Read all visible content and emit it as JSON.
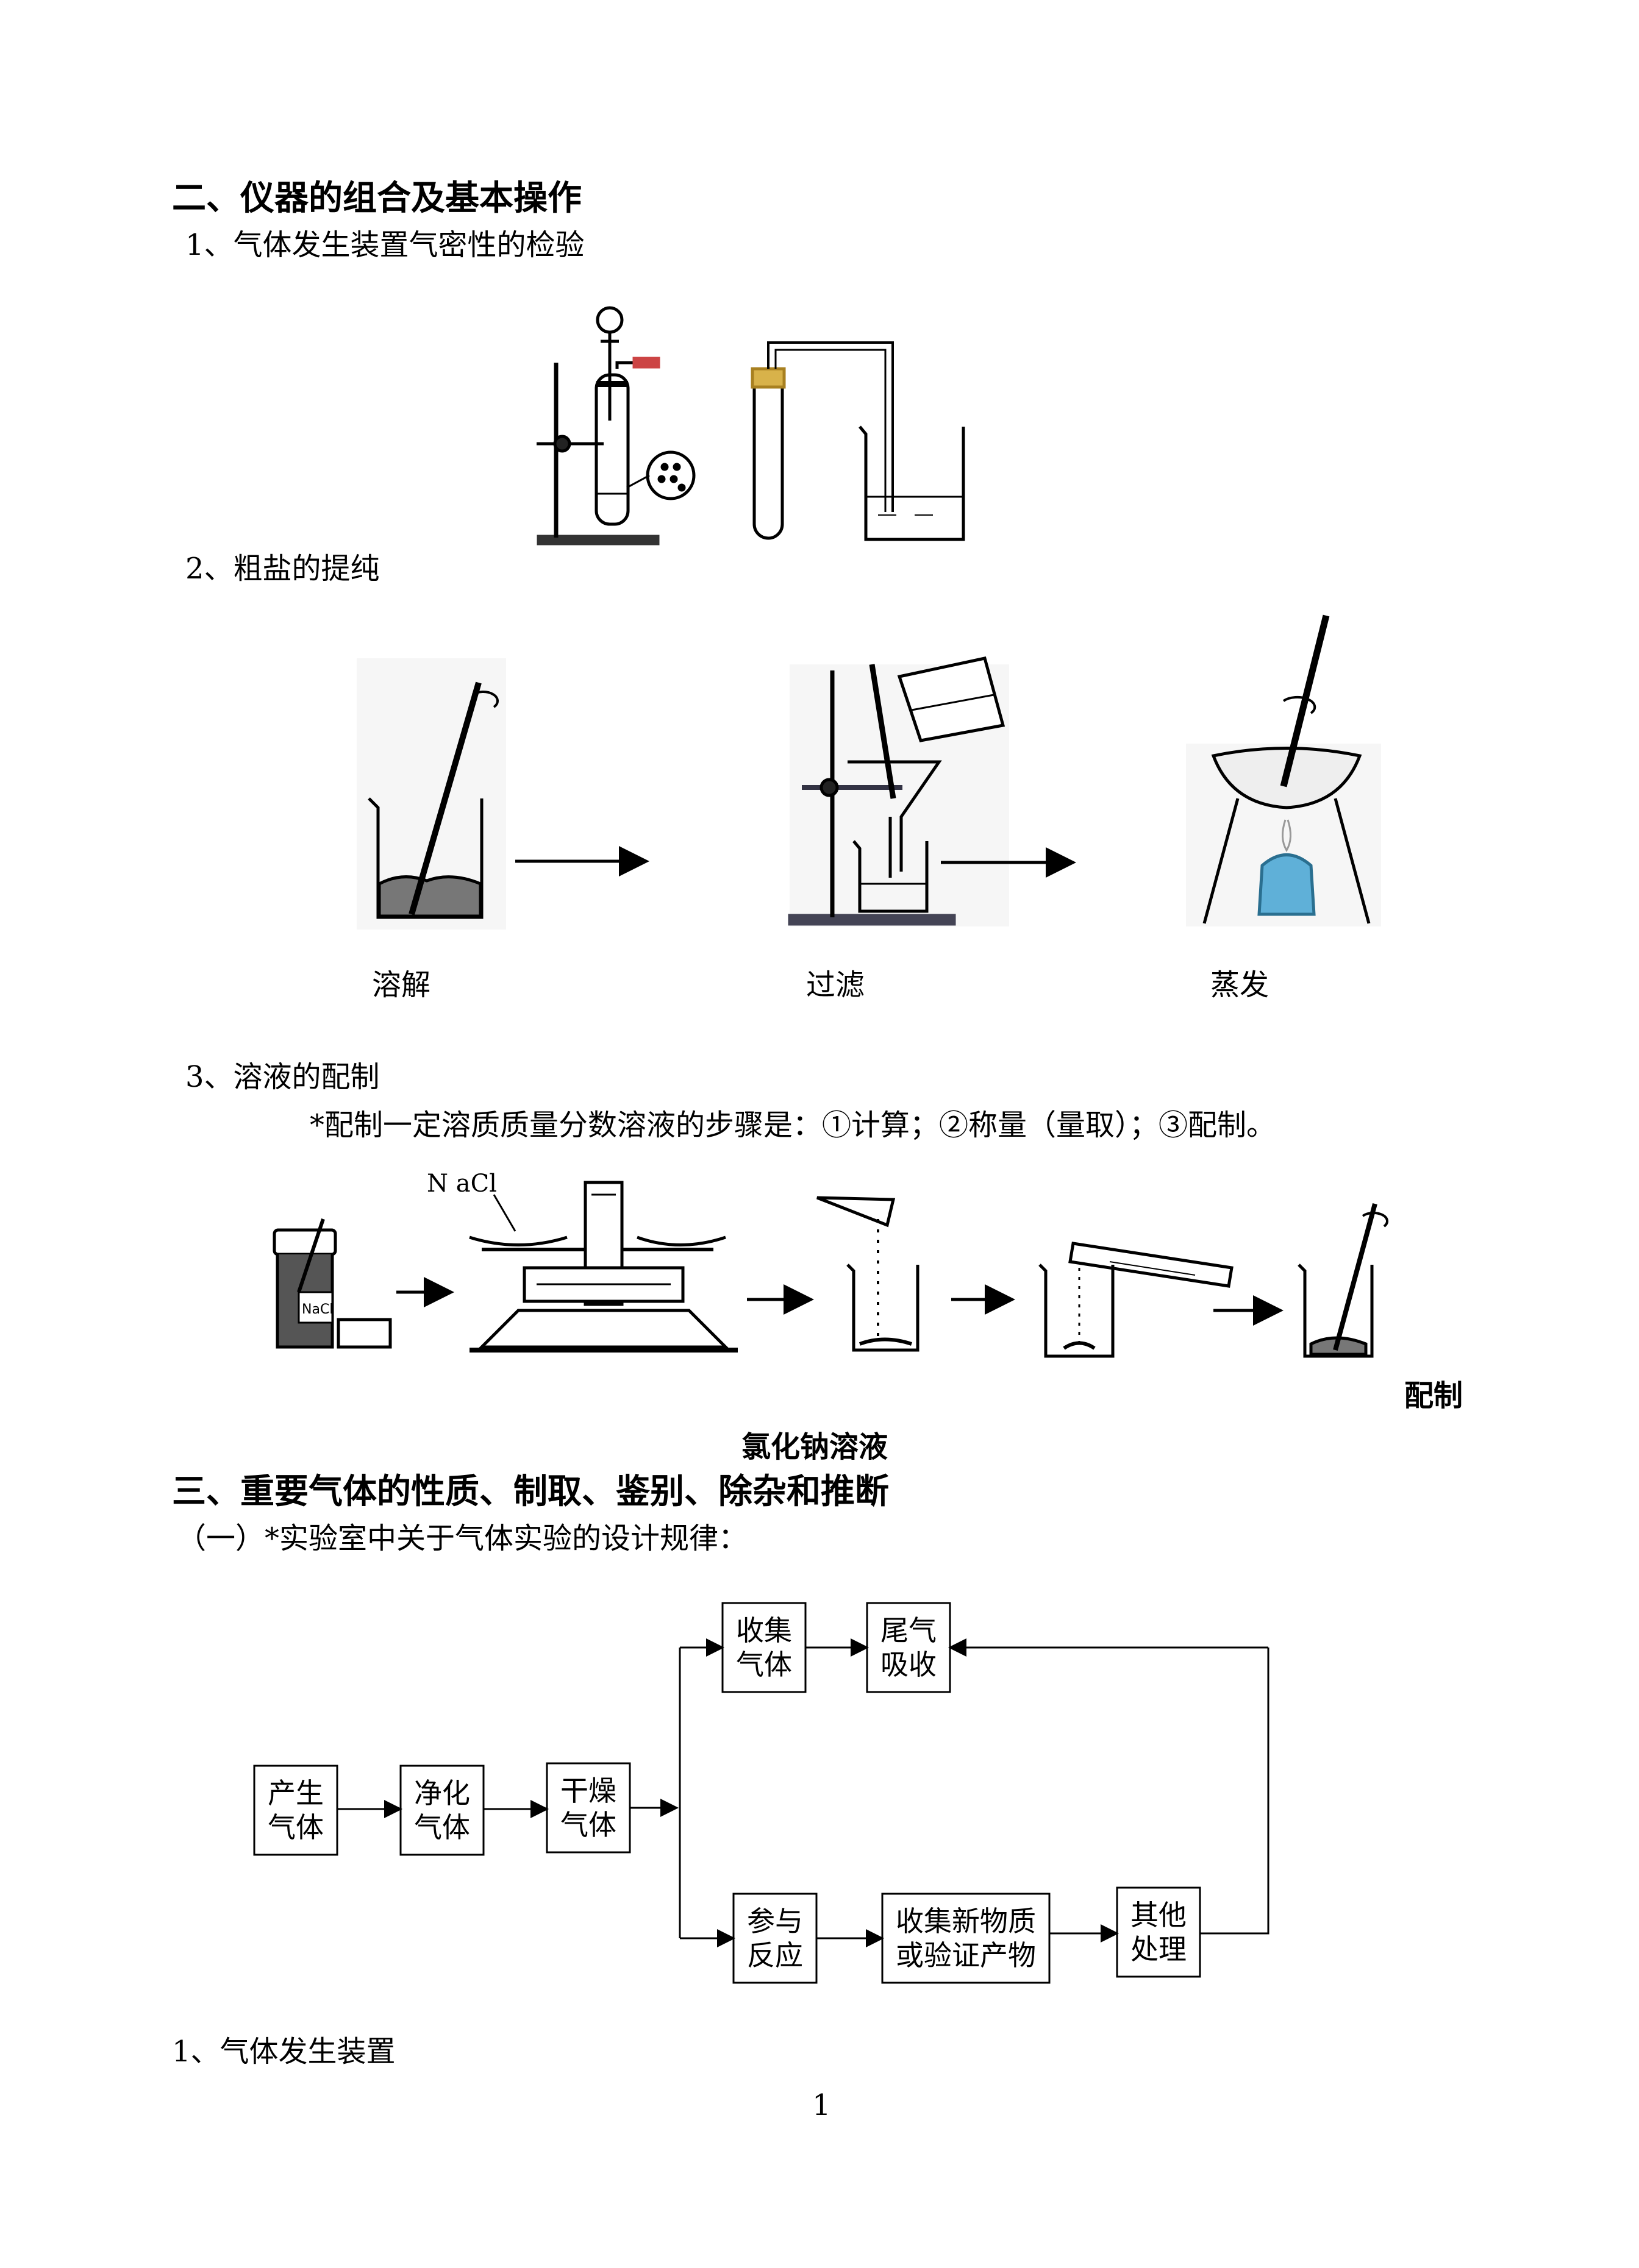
{
  "section2": {
    "title": "二、仪器的组合及基本操作",
    "item1": "1、气体发生装置气密性的检验",
    "item2": "2、粗盐的提纯",
    "step_dissolve": "溶解",
    "step_filter": "过滤",
    "step_evaporate": "蒸发",
    "item3": "3、溶液的配制",
    "note": "*配制一定溶质质量分数溶液的步骤是：①计算；②称量（量取）；③配制。",
    "nacl_label": "N aCl",
    "bottle_label": "NaCl",
    "peizhi": "配制",
    "caption": "氯化钠溶液"
  },
  "section3": {
    "title": "三、重要气体的性质、制取、鉴别、除杂和推断",
    "sub1": "（一）*实验室中关于气体实验的设计规律：",
    "flow": {
      "produce": [
        "产生",
        "气体"
      ],
      "purify": [
        "净化",
        "气体"
      ],
      "dry": [
        "干燥",
        "气体"
      ],
      "collect": [
        "收集",
        "气体"
      ],
      "tail": [
        "尾气",
        "吸收"
      ],
      "react": [
        "参与",
        "反应"
      ],
      "newsub": [
        "收集新物质",
        "或验证产物"
      ],
      "other": [
        "其他",
        "处理"
      ]
    },
    "item1": "1、气体发生装置"
  },
  "page_number": "1"
}
